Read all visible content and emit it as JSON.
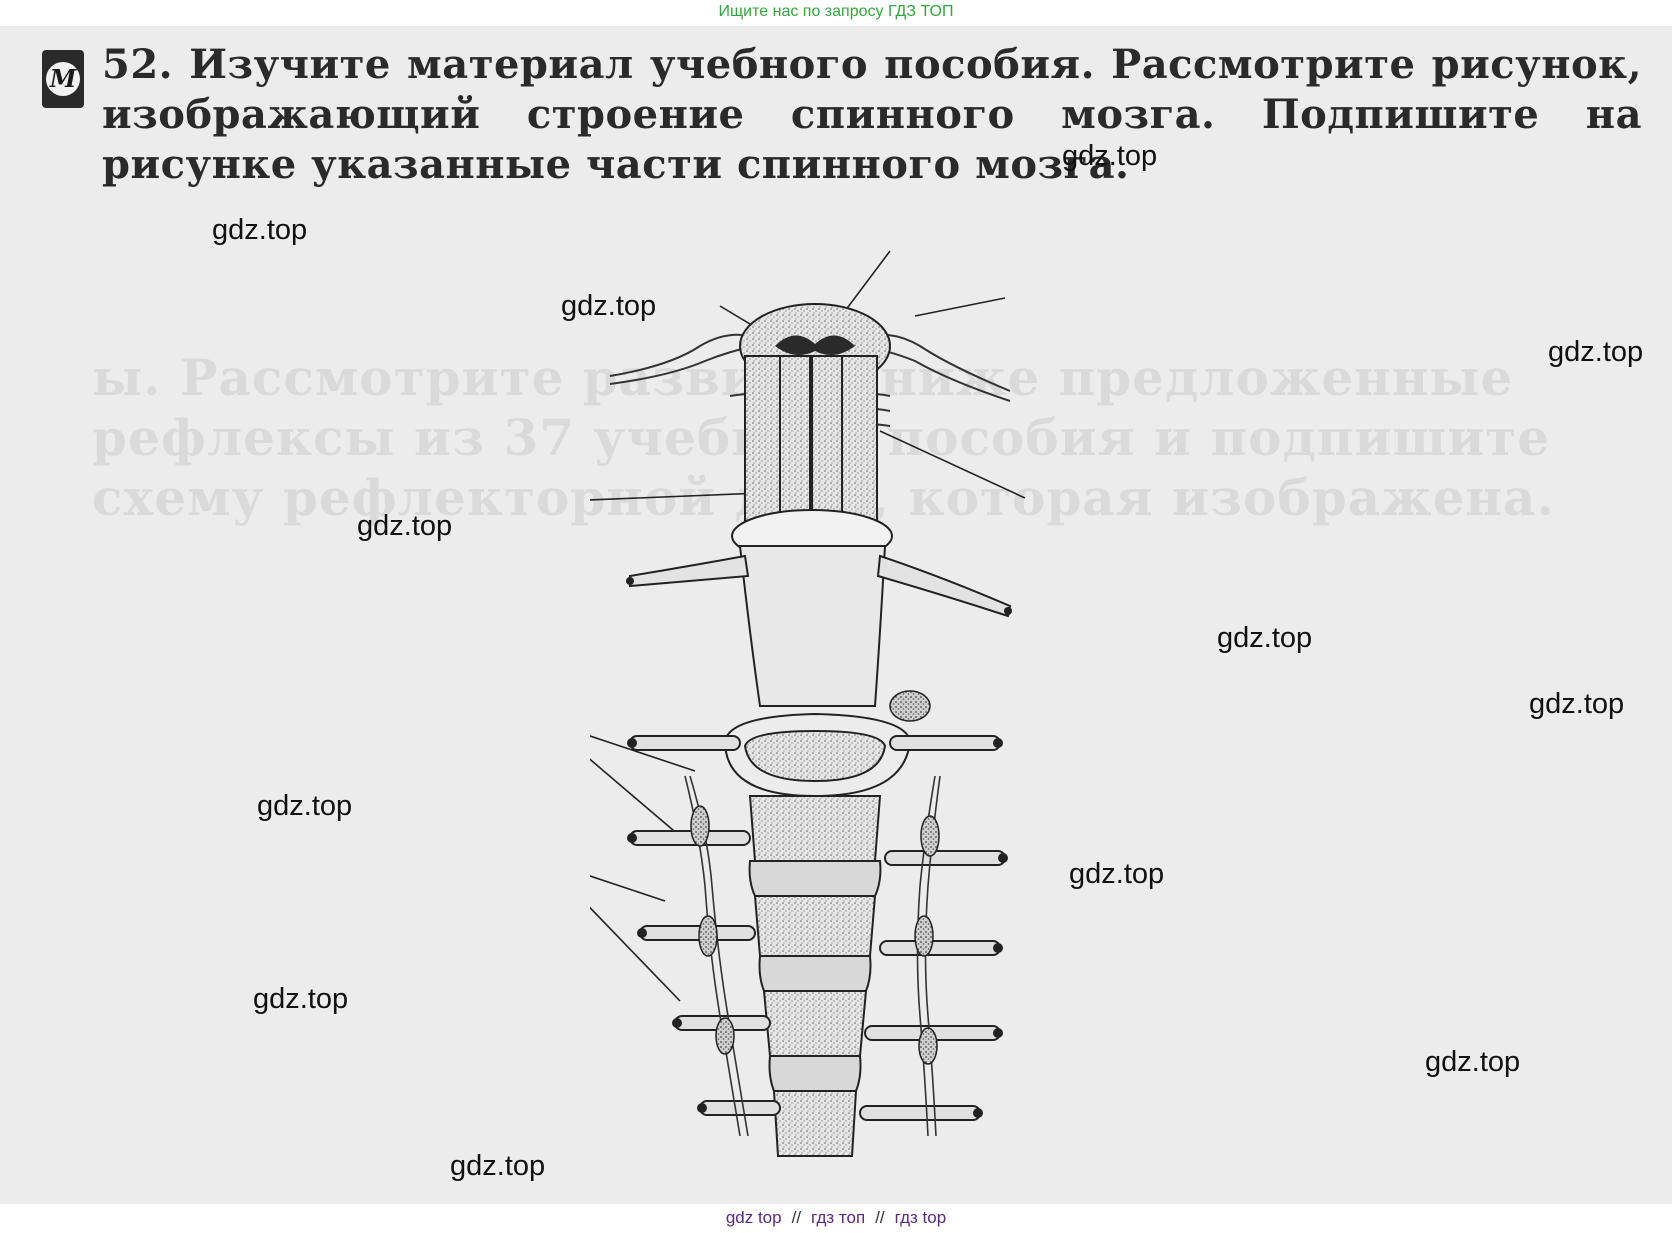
{
  "header": {
    "search_hint": "Ищите нас по запросу ГДЗ ТОП"
  },
  "task": {
    "badge_letter": "М",
    "text": "52. Изучите материал учебного пособия. Рассмотрите рисунок, изображающий строение спинного мозга. Подпишите на рисунке указанные части спинного мозга."
  },
  "watermark": {
    "text": "gdz.top"
  },
  "footer": {
    "links": [
      "gdz top",
      "гдз топ",
      "гдз top"
    ],
    "separator": "//"
  }
}
